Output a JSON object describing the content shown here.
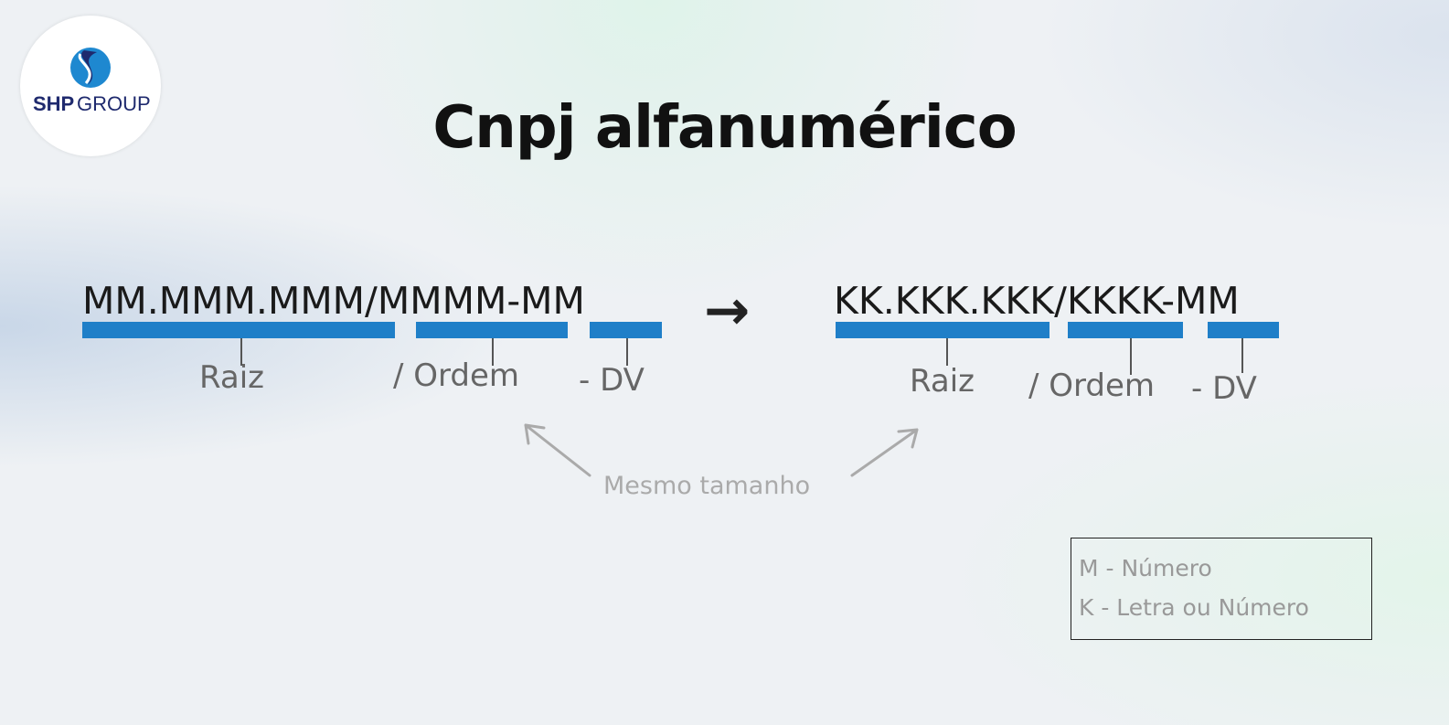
{
  "logo": {
    "brand": "SHP",
    "group": "GROUP",
    "colors": {
      "navy": "#1f2a6e",
      "blue": "#1e88d0"
    }
  },
  "title": "Cnpj alfanumérico",
  "before": {
    "code": "MM.MMM.MMM/MMMM-MM",
    "labels": {
      "raiz": "Raiz",
      "ordem": "/ Ordem",
      "dv": "- DV"
    }
  },
  "after": {
    "code": "KK.KKK.KKK/KKKK-MM",
    "labels": {
      "raiz": "Raiz",
      "ordem": "/ Ordem",
      "dv": "- DV"
    }
  },
  "arrow": "→",
  "note": "Mesmo tamanho",
  "legend": [
    "M - Número",
    "K - Letra ou Número"
  ],
  "colors": {
    "bar": "#1f7fc8"
  }
}
